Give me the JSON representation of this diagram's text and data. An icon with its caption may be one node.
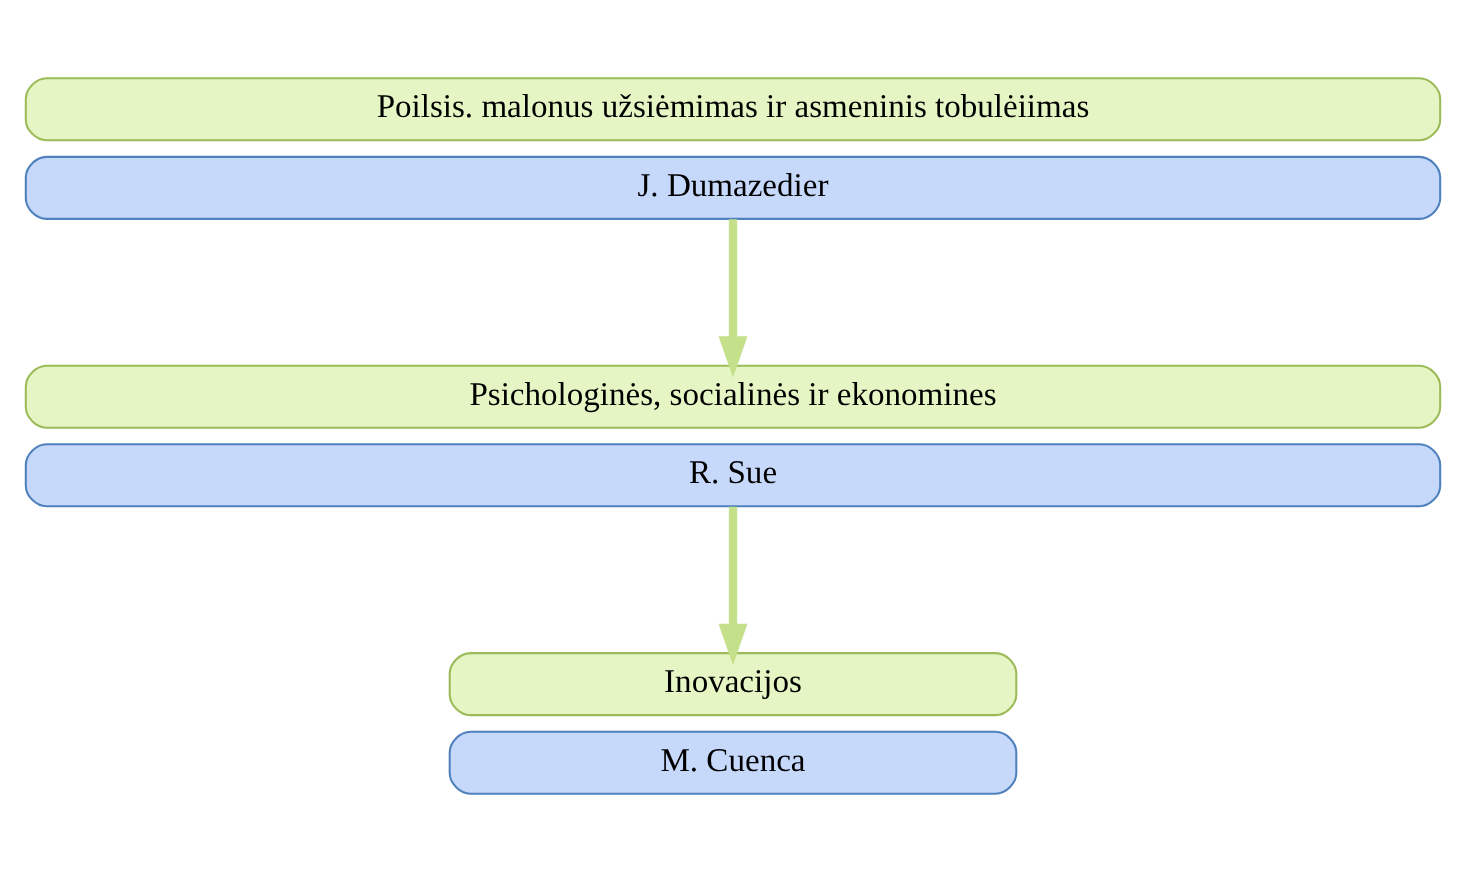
{
  "diagram": {
    "nodes": [
      {
        "text": [
          "Poilsis. malonus užsiėmimas ir asmeninis tobulėiimas"
        ]
      },
      {
        "text": [
          "J. Dumazedier"
        ]
      },
      {
        "text": [
          "Psichologinės, socialinės ir ekonomines"
        ]
      },
      {
        "text": [
          "R. Sue"
        ]
      },
      {
        "text": [
          "Inovacijos"
        ]
      },
      {
        "text": [
          "M. Cuenca"
        ]
      }
    ],
    "edges": [
      {
        "from": 1,
        "to": 2,
        "arrow": "to"
      },
      {
        "from": 3,
        "to": 4,
        "arrow": "to"
      }
    ]
  }
}
